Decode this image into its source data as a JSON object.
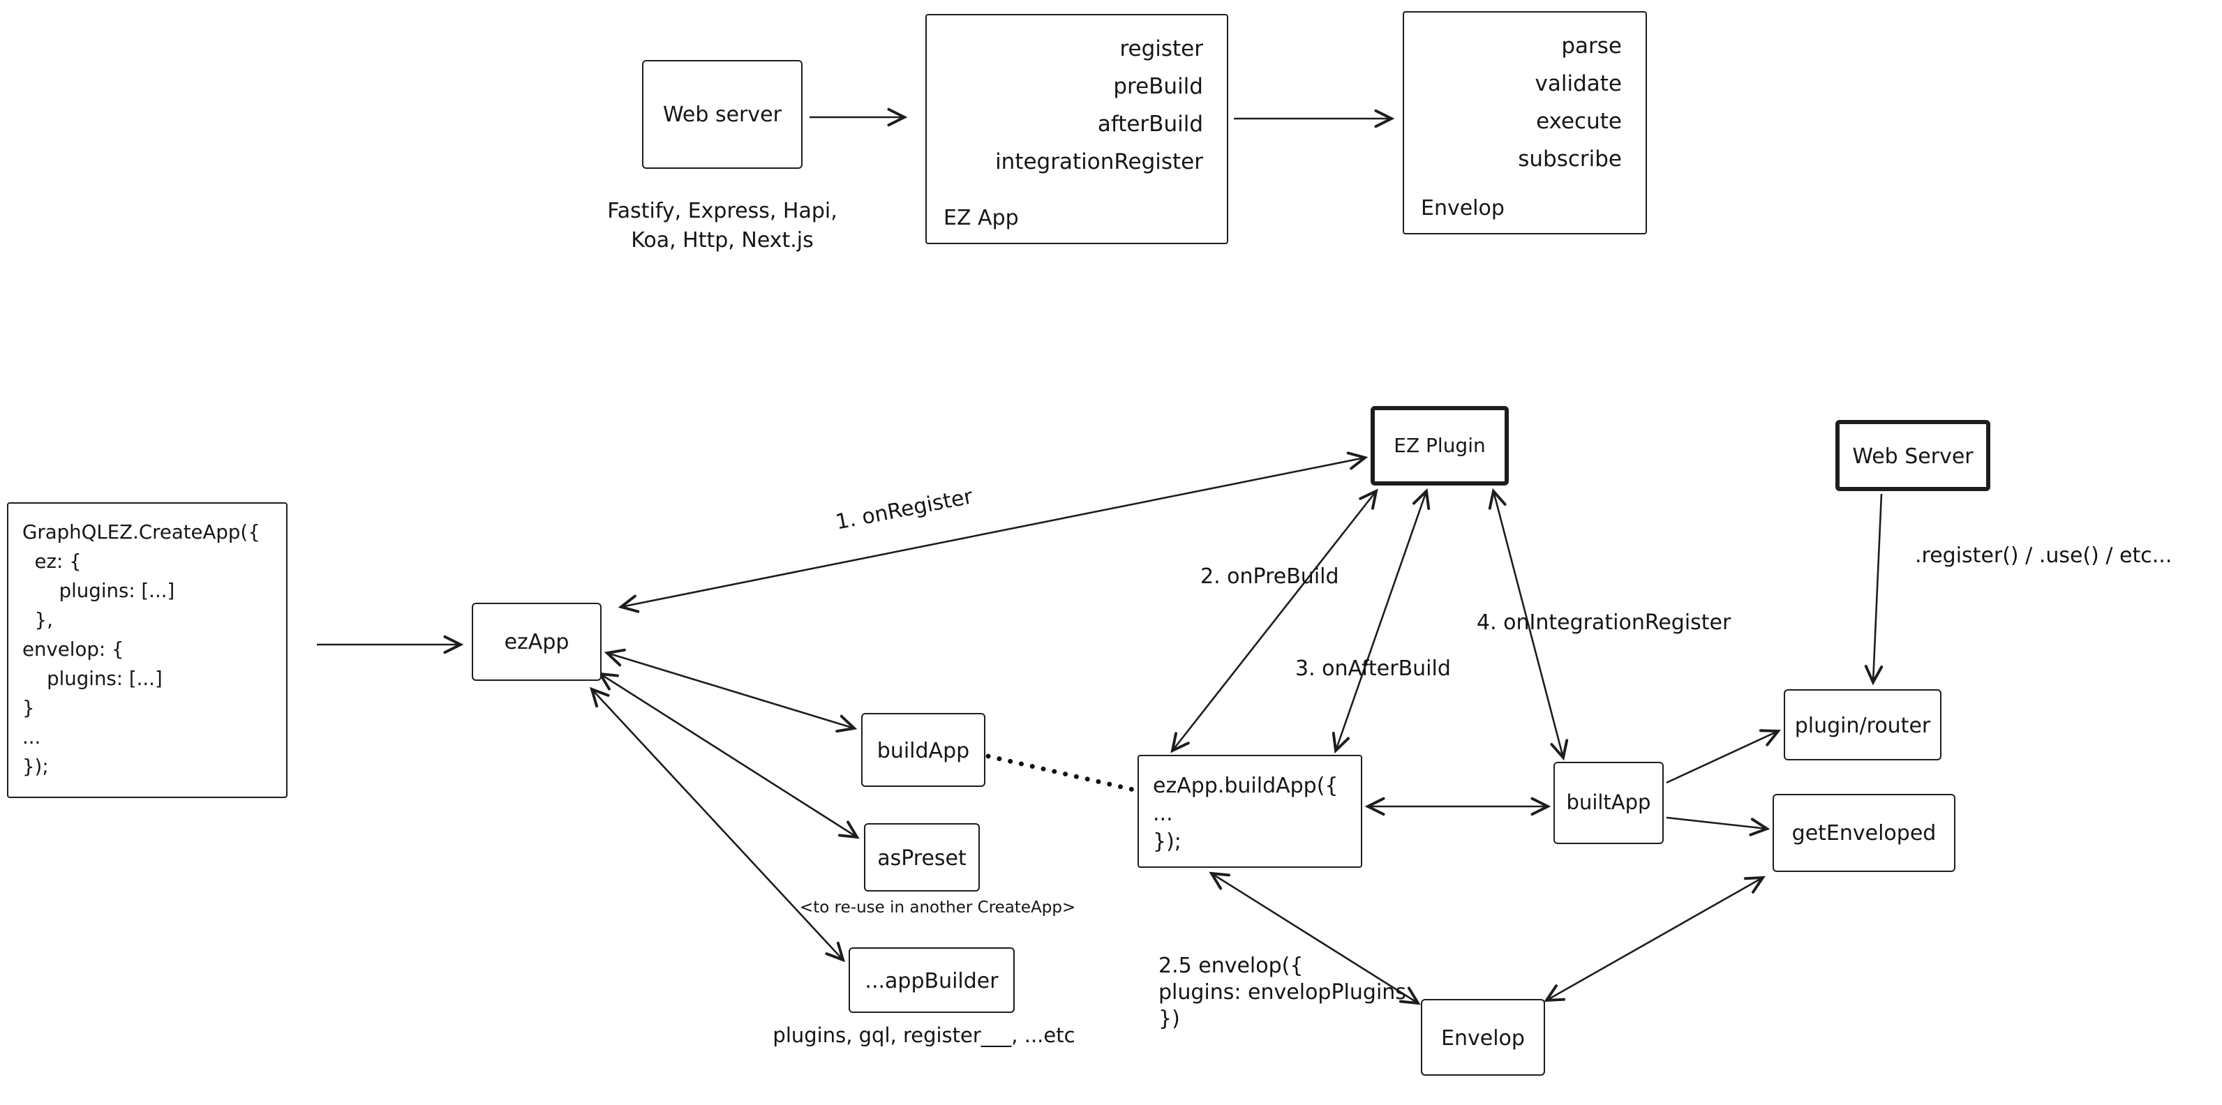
{
  "top_flow": {
    "web_server": {
      "label": "Web server",
      "caption_line1": "Fastify, Express, Hapi,",
      "caption_line2": "Koa, Http, Next.js"
    },
    "ez_app": {
      "label": "EZ App",
      "items": [
        "register",
        "preBuild",
        "afterBuild",
        "integrationRegister"
      ]
    },
    "envelop": {
      "label": "Envelop",
      "items": [
        "parse",
        "validate",
        "execute",
        "subscribe"
      ]
    }
  },
  "main": {
    "create_app_code": {
      "lines": [
        "GraphQLEZ.CreateApp({",
        "  ez: {",
        "      plugins: [...]",
        "  },",
        "envelop: {",
        "    plugins: [...]",
        "}",
        "...",
        "});"
      ]
    },
    "nodes": {
      "ez_app": "ezApp",
      "ez_plugin": "EZ Plugin",
      "web_server": "Web Server",
      "build_app": "buildApp",
      "as_preset": "asPreset",
      "app_builder": "...appBuilder",
      "built_app": "builtApp",
      "plugin_router": "plugin/router",
      "get_enveloped": "getEnveloped",
      "envelop": "Envelop"
    },
    "buildapp_call": {
      "lines": [
        "ezApp.buildApp({",
        "...",
        "});"
      ]
    },
    "captions": {
      "as_preset": "<to re-use in another CreateApp>",
      "app_builder": "plugins, gql, register___, ...etc"
    },
    "labels": {
      "step1": "1. onRegister",
      "step2": "2. onPreBuild",
      "step3": "3. onAfterBuild",
      "step4": "4. onIntegrationRegister",
      "step25_line1": "2.5 envelop({",
      "step25_line2": "plugins: envelopPlugins",
      "step25_line3": "})",
      "register_use": ".register() / .use() / etc..."
    }
  },
  "colors": {
    "ink": "#1d1d1d",
    "background": "#ffffff"
  }
}
